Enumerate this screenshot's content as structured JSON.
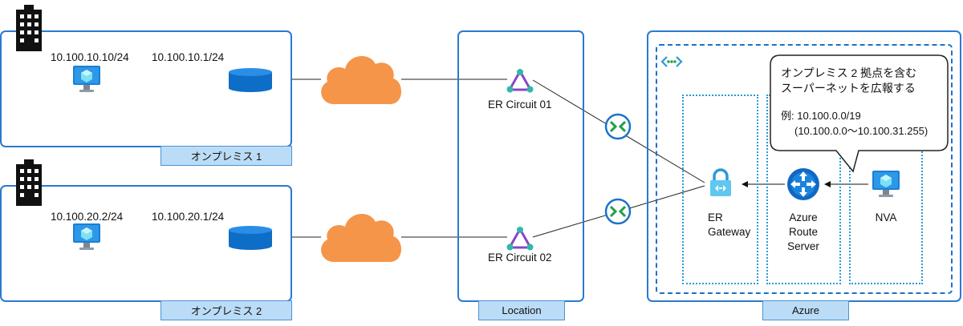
{
  "onprem1": {
    "tag": "オンプレミス 1",
    "vm_ip": "10.100.10.10/24",
    "gw_ip": "10.100.10.1/24"
  },
  "onprem2": {
    "tag": "オンプレミス 2",
    "vm_ip": "10.100.20.2/24",
    "gw_ip": "10.100.20.1/24"
  },
  "location": {
    "tag": "Location",
    "circuit1": "ER Circuit 01",
    "circuit2": "ER Circuit 02"
  },
  "azure": {
    "tag": "Azure",
    "er_gateway_line1": "ER",
    "er_gateway_line2": "Gateway",
    "route_server_line1": "Azure",
    "route_server_line2": "Route",
    "route_server_line3": "Server",
    "nva": "NVA"
  },
  "callout": {
    "line1": "オンプレミス 2 拠点を含む",
    "line2": "スーパーネットを広報する",
    "line3": "例: 10.100.0.0/19",
    "line4": "(10.100.0.0〜10.100.31.255)"
  },
  "colors": {
    "box_border": "#2b79d1",
    "tag_fill": "#bbdcf6",
    "cloud": "#f5954a",
    "vnet_dash": "#1a73c9",
    "subnet_dot": "#2a9ad8",
    "circuit": "#8a44c8",
    "peering": "#1fa04a"
  },
  "icons": [
    "building-icon",
    "vm-monitor-icon",
    "router-cylinder-icon",
    "cloud-icon",
    "er-circuit-icon",
    "peering-icon",
    "vnet-icon",
    "er-gateway-lock-icon",
    "route-server-icon"
  ]
}
